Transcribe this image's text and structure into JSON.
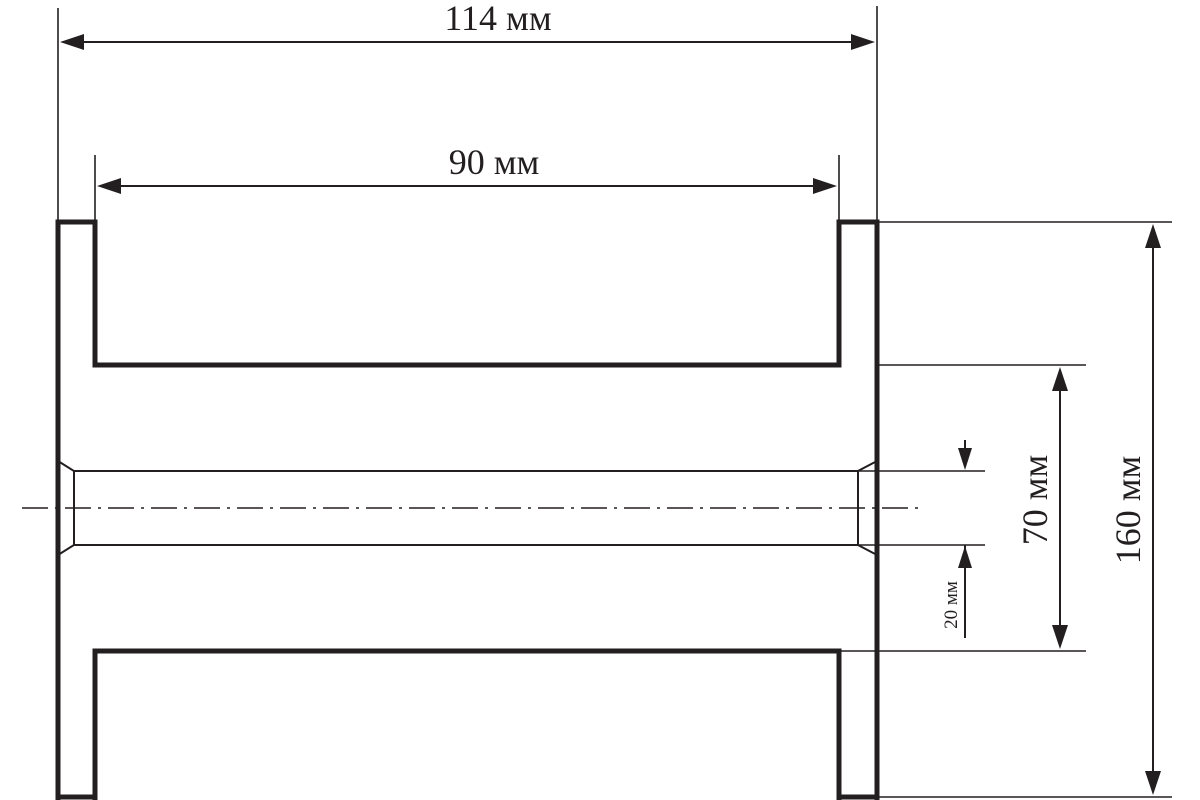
{
  "drawing": {
    "colors": {
      "ink": "#231f20",
      "background": "#ffffff"
    },
    "dimensions": {
      "overall_width": "114 мм",
      "inner_width": "90 мм",
      "flange_diameter": "160 мм",
      "core_diameter": "70 мм",
      "bore_diameter": "20 мм"
    }
  }
}
